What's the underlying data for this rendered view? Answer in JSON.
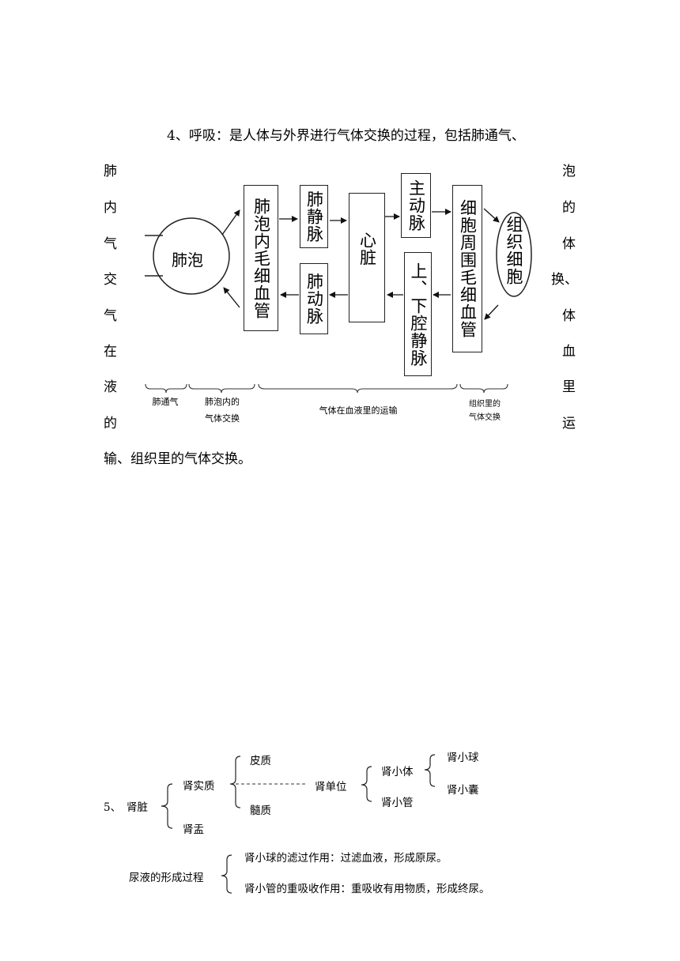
{
  "section4": {
    "first_line": "4、呼吸：是人体与外界进行气体交换的过程，包括肺通气、",
    "left_chars": [
      "肺",
      "内",
      "气",
      "交",
      "气",
      "在",
      "液",
      "的"
    ],
    "right_chars": [
      "泡",
      "的",
      "体",
      "换、",
      "体",
      "血",
      "里",
      "运"
    ],
    "last_line": "输、组织里的气体交换。"
  },
  "diagram": {
    "alveolus": "肺泡",
    "alveolar_capillary": "肺泡内毛细血管",
    "pulmonary_vein": "肺静脉",
    "heart": "心脏",
    "aorta": "主动脉",
    "pulmonary_artery": "肺动脉",
    "vena_cava": "上、下腔静脉",
    "cell_capillary": "细胞周围毛细血管",
    "tissue_cell": "组织细胞",
    "captions": {
      "ventilation": "肺通气",
      "alveolar_exchange_1": "肺泡内的",
      "alveolar_exchange_2": "气体交换",
      "blood_transport": "气体在血液里的运输",
      "tissue_exchange_1": "组织里的",
      "tissue_exchange_2": "气体交换"
    }
  },
  "section5": {
    "number": "5、",
    "kidney": "肾脏",
    "parenchyma": "肾实质",
    "cortex": "皮质",
    "medulla": "髓质",
    "pelvis": "肾盂",
    "nephron": "肾单位",
    "renal_corpuscle": "肾小体",
    "renal_tubule": "肾小管",
    "glomerulus": "肾小球",
    "capsule": "肾小囊",
    "urine_formation": "尿液的形成过程",
    "filtration": "肾小球的滤过作用：过滤血液，形成原尿。",
    "reabsorption": "肾小管的重吸收作用：重吸收有用物质，形成终尿。"
  }
}
